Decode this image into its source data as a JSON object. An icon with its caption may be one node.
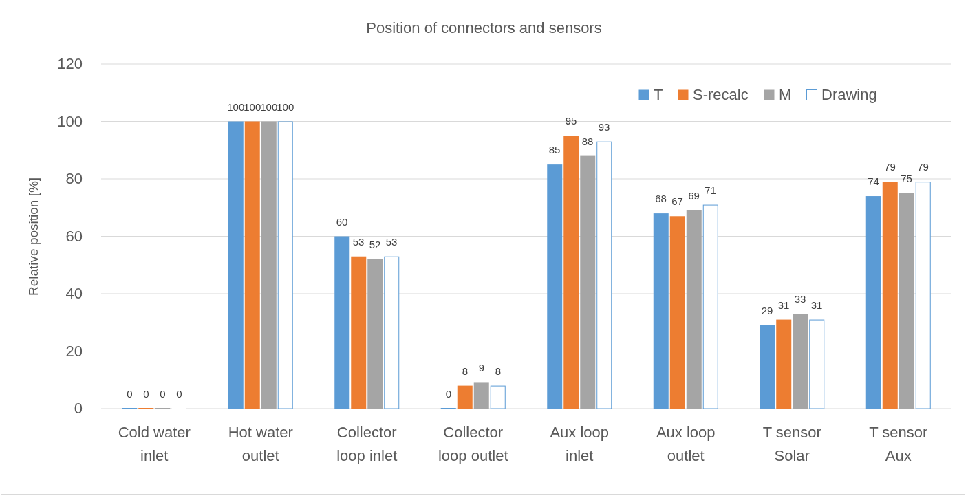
{
  "diagram": {
    "chart_data": {
      "type": "bar",
      "title": "Position of connectors and sensors",
      "ylabel": "Relative position [%]",
      "categories": [
        "Cold water inlet",
        "Hot water outlet",
        "Collector loop inlet",
        "Collector loop outlet",
        "Aux loop inlet",
        "Aux loop outlet",
        "T sensor Solar",
        "T sensor Aux"
      ],
      "series": [
        {
          "name": "T",
          "color": "#5b9bd5",
          "values": [
            0,
            100,
            60,
            0,
            85,
            68,
            29,
            74
          ]
        },
        {
          "name": "S-recalc",
          "color": "#ed7d31",
          "values": [
            0,
            100,
            53,
            8,
            95,
            67,
            31,
            79
          ]
        },
        {
          "name": "M",
          "color": "#a5a5a5",
          "values": [
            0,
            100,
            52,
            9,
            88,
            69,
            33,
            75
          ]
        },
        {
          "name": "Drawing",
          "color": "#ffffff",
          "values": [
            0,
            100,
            53,
            8,
            93,
            71,
            31,
            79
          ]
        }
      ],
      "grid": true,
      "legend": true,
      "ylim": [
        0,
        120
      ],
      "yticks": [
        0,
        20,
        40,
        60,
        80,
        100,
        120
      ],
      "data_labels": true
    }
  }
}
